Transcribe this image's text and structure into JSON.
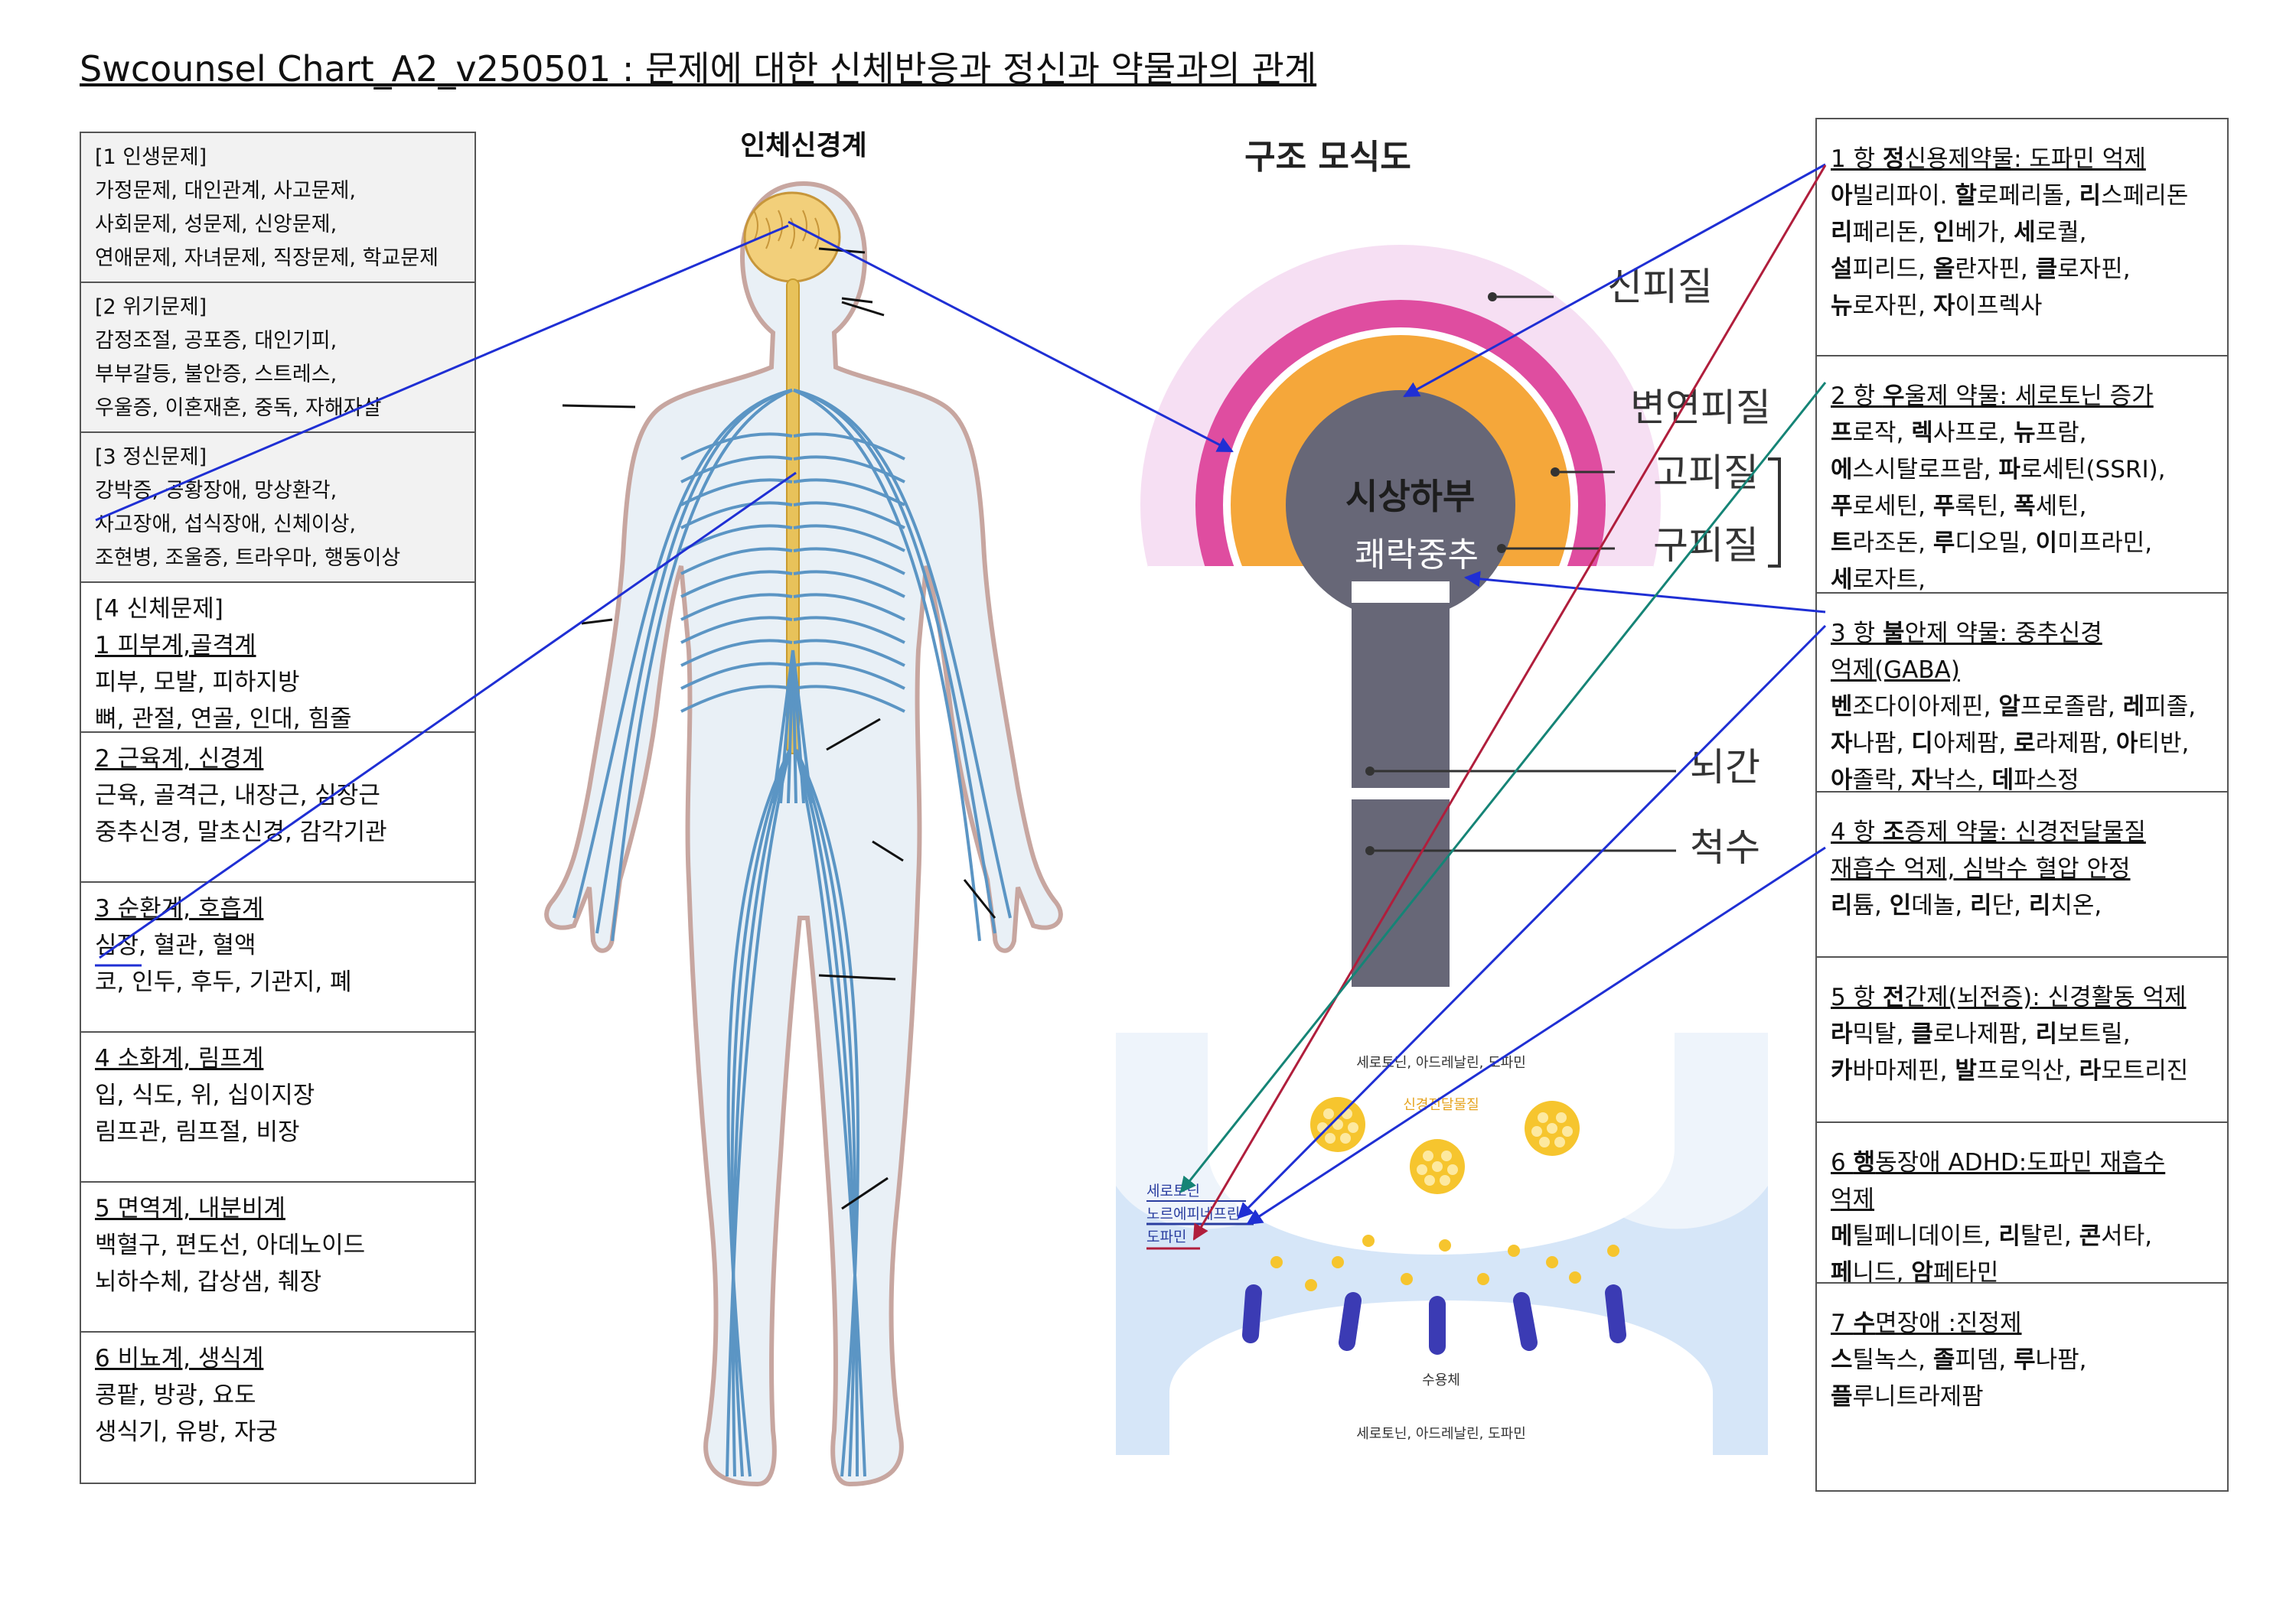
{
  "title": "Swcounsel Chart_A2_v250501 : 문제에 대한 신체반응과 정신과 약물과의 관계",
  "left_panel": {
    "sections": [
      {
        "lines": [
          "[1 인생문제]",
          "가정문제, 대인관계, 사고문제,",
          "사회문제, 성문제, 신앙문제,",
          "연애문제, 자녀문제, 직장문제, 학교문제"
        ]
      },
      {
        "lines": [
          "[2 위기문제]",
          "감정조절, 공포증, 대인기피,",
          "부부갈등, 불안증, 스트레스,",
          "우울증, 이혼재혼,  중독, 자해자살"
        ]
      },
      {
        "lines": [
          "[3 정신문제]",
          "강박증, 공황장애, 망상환각,",
          "사고장애, 섭식장애, 신체이상,",
          "조현병, 조울증, 트라우마, 행동이상"
        ]
      },
      {
        "lines": [
          "[4 신체문제]",
          "1 피부계,골격계",
          "피부, 모발, 피하지방",
          "뼈, 관절, 연골, 인대, 힘줄"
        ]
      },
      {
        "lines": [
          "2 근육계, 신경계",
          "근육, 골격근, 내장근, 심장근",
          "중추신경, 말초신경, 감각기관"
        ]
      },
      {
        "lines": [
          "3 순환계, 호흡계",
          "심장, 혈관, 혈액",
          "코, 인두, 후두, 기관지, 폐"
        ]
      },
      {
        "lines": [
          "4 소화계, 림프계",
          "입, 식도, 위, 십이지장",
          "림프관, 림프절, 비장"
        ]
      },
      {
        "lines": [
          "5 면역계, 내분비계",
          "백혈구, 편도선, 아데노이드",
          "뇌하수체, 갑상샘, 췌장"
        ]
      },
      {
        "lines": [
          "6 비뇨계, 생식계",
          "콩팥, 방광, 요도",
          "생식기, 유방, 자궁"
        ]
      }
    ]
  },
  "body_figure": {
    "title": "인체신경계"
  },
  "structure_figure": {
    "title": "구조 모식도",
    "labels": {
      "neocortex": "신피질",
      "limbic": "변연피질",
      "paleo": "고피질",
      "archi": "구피질",
      "hypothalamus": "시상하부",
      "pleasure": "쾌락중추",
      "brainstem": "뇌간",
      "spinal": "척수"
    }
  },
  "synapse_figure": {
    "top_text": "세로토닌, 아드레날린, 도파민",
    "vesicle_label": "신경전달물질",
    "side_labels": [
      "세로토닌",
      "노르에피네프린",
      "도파민"
    ],
    "receptor_label": "수용체",
    "bottom_text": "세로토닌, 아드레날린, 도파민"
  },
  "right_panel": {
    "sections": [
      {
        "lines": [
          {
            "bold": "",
            "text": "1 항 ",
            "b2": "정",
            "t2": "신용제약물: 도파민 억제",
            "head": true
          },
          {
            "html": [
              [
                "아",
                "빌리파이. "
              ],
              [
                "할",
                "로페리돌, "
              ],
              [
                "리",
                "스페리돈"
              ]
            ]
          },
          {
            "html": [
              [
                "리",
                "페리돈, "
              ],
              [
                "인",
                "베가, "
              ],
              [
                "세",
                "로퀄,"
              ]
            ]
          },
          {
            "html": [
              [
                "설",
                "피리드, "
              ],
              [
                "올",
                "란자핀, "
              ],
              [
                "클",
                "로자핀,"
              ]
            ]
          },
          {
            "html": [
              [
                "뉴",
                "로자핀, "
              ],
              [
                "자",
                "이프렉사"
              ]
            ]
          }
        ]
      },
      {
        "lines": [
          {
            "bold": "",
            "text": "2 항 ",
            "b2": "우",
            "t2": "울제 약물: 세로토닌 증가",
            "head": true
          },
          {
            "html": [
              [
                "프",
                "로작, "
              ],
              [
                "렉",
                "사프로, "
              ],
              [
                "뉴",
                "프람,"
              ]
            ]
          },
          {
            "html": [
              [
                "에",
                "스시탈로프람, "
              ],
              [
                "파",
                "로세틴(SSRI),"
              ]
            ]
          },
          {
            "html": [
              [
                "푸",
                "로세틴, "
              ],
              [
                "푸",
                "록틴, "
              ],
              [
                "폭",
                "세틴,"
              ]
            ]
          },
          {
            "html": [
              [
                "트",
                "라조돈, "
              ],
              [
                "루",
                "디오밀, "
              ],
              [
                "이",
                "미프라민,"
              ]
            ]
          },
          {
            "html": [
              [
                "세",
                "로자트,"
              ]
            ]
          }
        ]
      },
      {
        "lines": [
          {
            "bold": "",
            "text": "3 항 ",
            "b2": "불",
            "t2": "안제 약물: 중추신경",
            "head": true
          },
          {
            "bold": "",
            "text": "억제(GABA)",
            "b2": "",
            "t2": "",
            "head": true
          },
          {
            "html": [
              [
                "벤",
                "조다이아제핀, "
              ],
              [
                "알",
                "프로졸람, "
              ],
              [
                "레",
                "피졸,"
              ]
            ]
          },
          {
            "html": [
              [
                "자",
                "나팜, "
              ],
              [
                "디",
                "아제팜, "
              ],
              [
                "로",
                "라제팜, "
              ],
              [
                "아",
                "티반,"
              ]
            ]
          },
          {
            "html": [
              [
                "아",
                "졸락, "
              ],
              [
                "자",
                "낙스, "
              ],
              [
                "데",
                "파스정"
              ]
            ]
          }
        ]
      },
      {
        "lines": [
          {
            "bold": "",
            "text": "4 항 ",
            "b2": "조",
            "t2": "증제 약물: 신경전달물질",
            "head": true
          },
          {
            "bold": "",
            "text": "재흡수 억제, 심박수 혈압 안정",
            "b2": "",
            "t2": "",
            "head": true
          },
          {
            "html": [
              [
                "리",
                "튬, "
              ],
              [
                "인",
                "데놀, "
              ],
              [
                "리",
                "단, "
              ],
              [
                "리",
                "치온,"
              ]
            ]
          }
        ]
      },
      {
        "lines": [
          {
            "bold": "",
            "text": "5 항 ",
            "b2": "전",
            "t2": "간제(뇌전증): 신경활동 억제",
            "head": true
          },
          {
            "html": [
              [
                "라",
                "믹탈, "
              ],
              [
                "클",
                "로나제팜, "
              ],
              [
                "리",
                "보트릴,"
              ]
            ]
          },
          {
            "html": [
              [
                "카",
                "바마제핀, "
              ],
              [
                "발",
                "프로익산, "
              ],
              [
                "라",
                "모트리진"
              ]
            ]
          }
        ]
      },
      {
        "lines": [
          {
            "bold": "",
            "text": "6 ",
            "b2": "행",
            "t2": "동장애 ADHD:도파민 재흡수",
            "head": true
          },
          {
            "bold": "",
            "text": "억제",
            "b2": "",
            "t2": "",
            "head": true
          },
          {
            "html": [
              [
                "메",
                "틸페니데이트, "
              ],
              [
                "리",
                "탈린, "
              ],
              [
                "콘",
                "서타,"
              ]
            ]
          },
          {
            "html": [
              [
                "페",
                "니드, "
              ],
              [
                "암",
                "페타민"
              ]
            ]
          }
        ]
      },
      {
        "lines": [
          {
            "bold": "",
            "text": "7 ",
            "b2": "수",
            "t2": "면장애 :진정제",
            "head": true
          },
          {
            "html": [
              [
                "스",
                "틸녹스, "
              ],
              [
                "졸",
                "피뎀, "
              ],
              [
                "루",
                "나팜,"
              ]
            ]
          },
          {
            "html": [
              [
                "플",
                "루니트라제팜"
              ]
            ]
          }
        ]
      }
    ]
  },
  "colors": {
    "nerve": "#5b95c4",
    "spine": "#e8c25a",
    "brain": "#f2cf7a",
    "neocortex_glow": "#f3d4ef",
    "limbic_ring": "#df4da0",
    "orange_ring": "#f5a73a",
    "hypothalamus": "#676777",
    "synapse_bg": "#d6e6f8",
    "vesicle": "#f6c52e",
    "receptor": "#3b3bb4",
    "arrow_blue": "#1f2fd4",
    "arrow_red": "#b01e3c",
    "arrow_teal": "#158476"
  }
}
